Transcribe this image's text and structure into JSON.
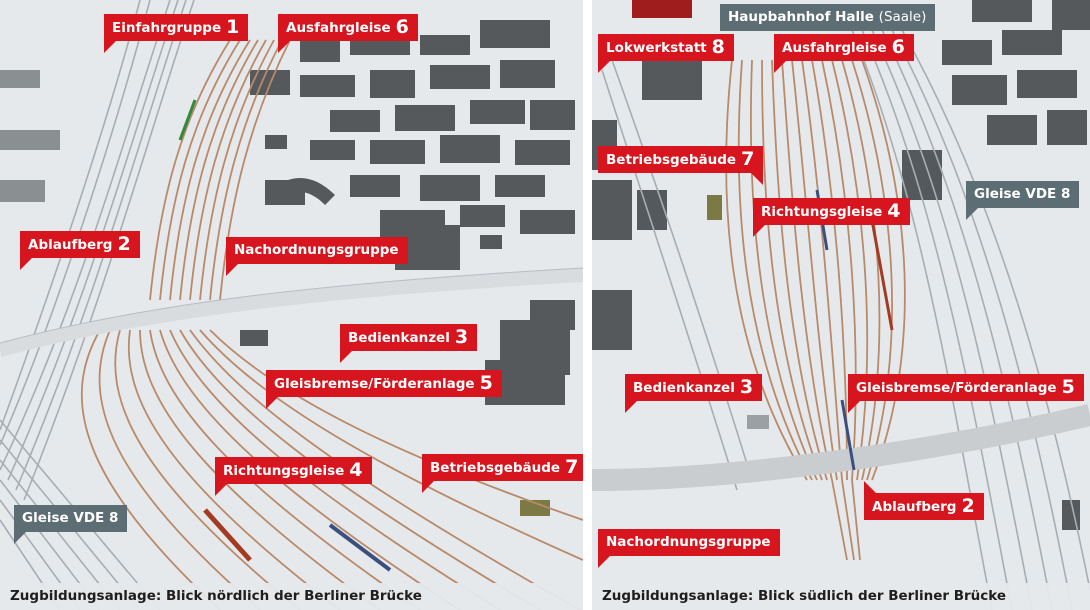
{
  "left_panel": {
    "caption": "Zugbildungsanlage: Blick nördlich der Berliner Brücke",
    "labels": {
      "einfahrgruppe": {
        "text": "Einfahrgruppe",
        "num": "1"
      },
      "ausfahrgleise": {
        "text": "Ausfahrgleise",
        "num": "6"
      },
      "ablaufberg": {
        "text": "Ablaufberg",
        "num": "2"
      },
      "nachordnungsgruppe": {
        "text": "Nachordnungsgruppe",
        "num": ""
      },
      "bedienkanzel": {
        "text": "Bedienkanzel",
        "num": "3"
      },
      "gleisbremse": {
        "text": "Gleisbremse/Förderanlage",
        "num": "5"
      },
      "richtungsgleise": {
        "text": "Richtungsgleise",
        "num": "4"
      },
      "betriebsgebaeude": {
        "text": "Betriebsgebäude",
        "num": "7"
      },
      "gleise_vde": {
        "text": "Gleise VDE 8",
        "num": ""
      }
    }
  },
  "right_panel": {
    "caption": "Zugbildungsanlage: Blick südlich der Berliner Brücke",
    "labels": {
      "hauptbahnhof": {
        "text": "Haupbahnhof Halle",
        "sub": "(Saale)"
      },
      "lokwerkstatt": {
        "text": "Lokwerkstatt",
        "num": "8"
      },
      "ausfahrgleise": {
        "text": "Ausfahrgleise",
        "num": "6"
      },
      "betriebsgebaeude": {
        "text": "Betriebsgebäude",
        "num": "7"
      },
      "gleise_vde": {
        "text": "Gleise VDE 8",
        "num": ""
      },
      "richtungsgleise": {
        "text": "Richtungsgleise",
        "num": "4"
      },
      "bedienkanzel": {
        "text": "Bedienkanzel",
        "num": "3"
      },
      "gleisbremse": {
        "text": "Gleisbremse/Förderanlage",
        "num": "5"
      },
      "ablaufberg": {
        "text": "Ablaufberg",
        "num": "2"
      },
      "nachordnungsgruppe": {
        "text": "Nachordnungsgruppe",
        "num": ""
      }
    }
  },
  "colors": {
    "label_red": "#d6151e",
    "label_gray": "#5c6d74",
    "track_brown": "#b98a6a",
    "track_gray": "#a6aeb3",
    "building": "#55595c",
    "ground": "#e6e9ec"
  }
}
